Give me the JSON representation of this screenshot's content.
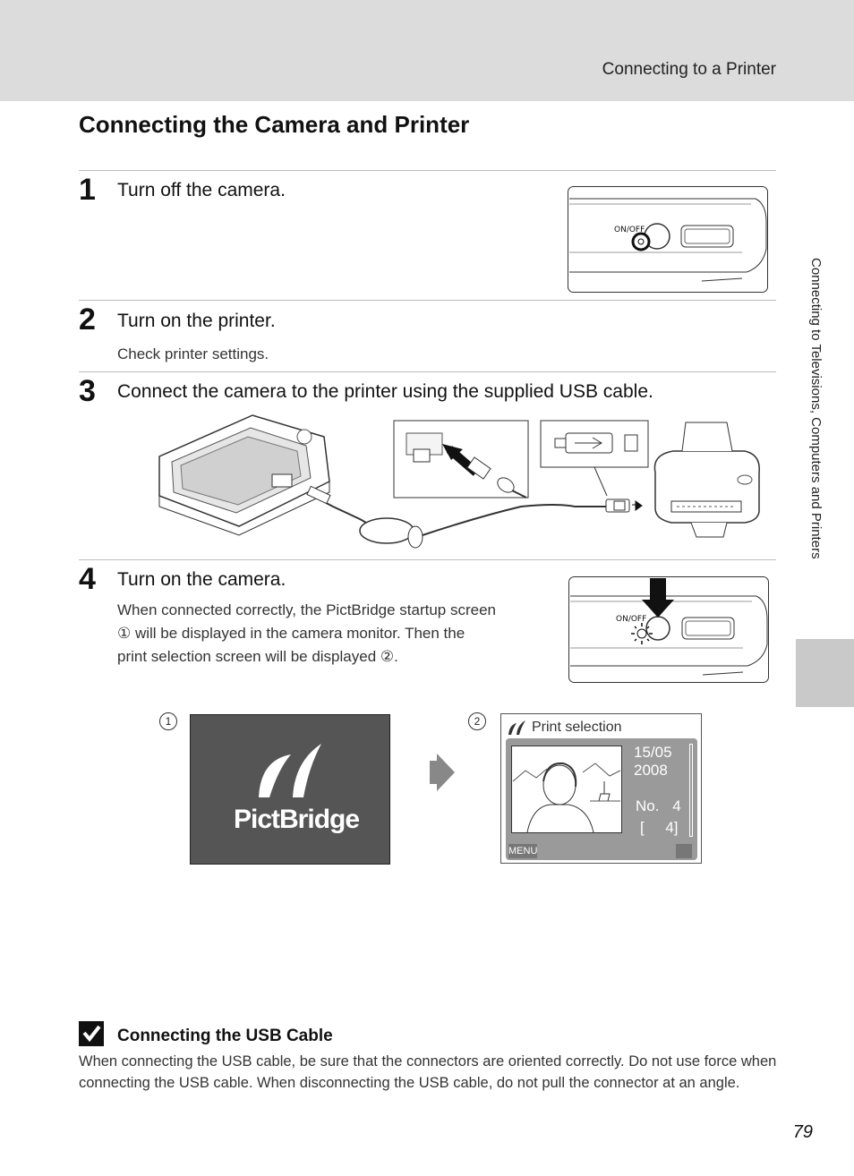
{
  "header": {
    "section": "Connecting to a Printer"
  },
  "title": "Connecting the Camera and Printer",
  "steps": [
    {
      "number": "1",
      "title": "Turn off the camera.",
      "body": ""
    },
    {
      "number": "2",
      "title": "Turn on the printer.",
      "body": "Check printer settings."
    },
    {
      "number": "3",
      "title": "Connect the camera to the printer using the supplied USB cable.",
      "body": ""
    },
    {
      "number": "4",
      "title": "Turn on the camera.",
      "body_lines": [
        "When connected correctly, the PictBridge startup screen",
        "① will be displayed in the camera monitor. Then the",
        "print selection screen will be displayed ②."
      ]
    }
  ],
  "figures": {
    "camera_button_label": "ON/OFF",
    "screen1_marker": "1",
    "screen2_marker": "2",
    "pictbridge_word": "PictBridge",
    "print_selection": {
      "title": "Print selection",
      "date_day": "15/05",
      "date_year": "2008",
      "no_label": "No.",
      "no_value": "4",
      "count": "[     4]",
      "menu_label": "MENU"
    }
  },
  "side_tab": "Connecting to Televisions, Computers and Printers",
  "note": {
    "title": "Connecting the USB Cable",
    "body": "When connecting the USB cable, be sure that the connectors are oriented correctly. Do not use force when connecting the USB cable. When disconnecting the USB cable, do not pull the connector at an angle."
  },
  "page_number": "79"
}
